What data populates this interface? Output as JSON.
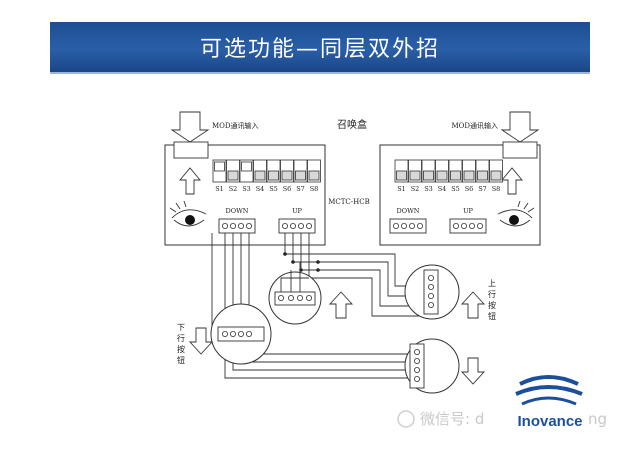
{
  "title": "可选功能—同层双外招",
  "diagram": {
    "box_label": "召唤盒",
    "mod_label_left": "MOD通讯输入",
    "mod_label_right": "MOD通讯输入",
    "board_label": "MCTC-HCB",
    "dip_labels": [
      "S1",
      "S2",
      "S3",
      "S4",
      "S5",
      "S6",
      "S7",
      "S8"
    ],
    "down_label": "DOWN",
    "up_label": "UP",
    "down_label_right": "DOWN",
    "up_label_right": "UP",
    "down_button_label": [
      "下",
      "行",
      "按",
      "钮"
    ],
    "up_button_label": [
      "上",
      "行",
      "按",
      "钮"
    ]
  },
  "watermark": {
    "text": "微信号: d",
    "suffix": "ng"
  },
  "logo": {
    "text": "Inovance",
    "color": "#1b4f9b"
  }
}
